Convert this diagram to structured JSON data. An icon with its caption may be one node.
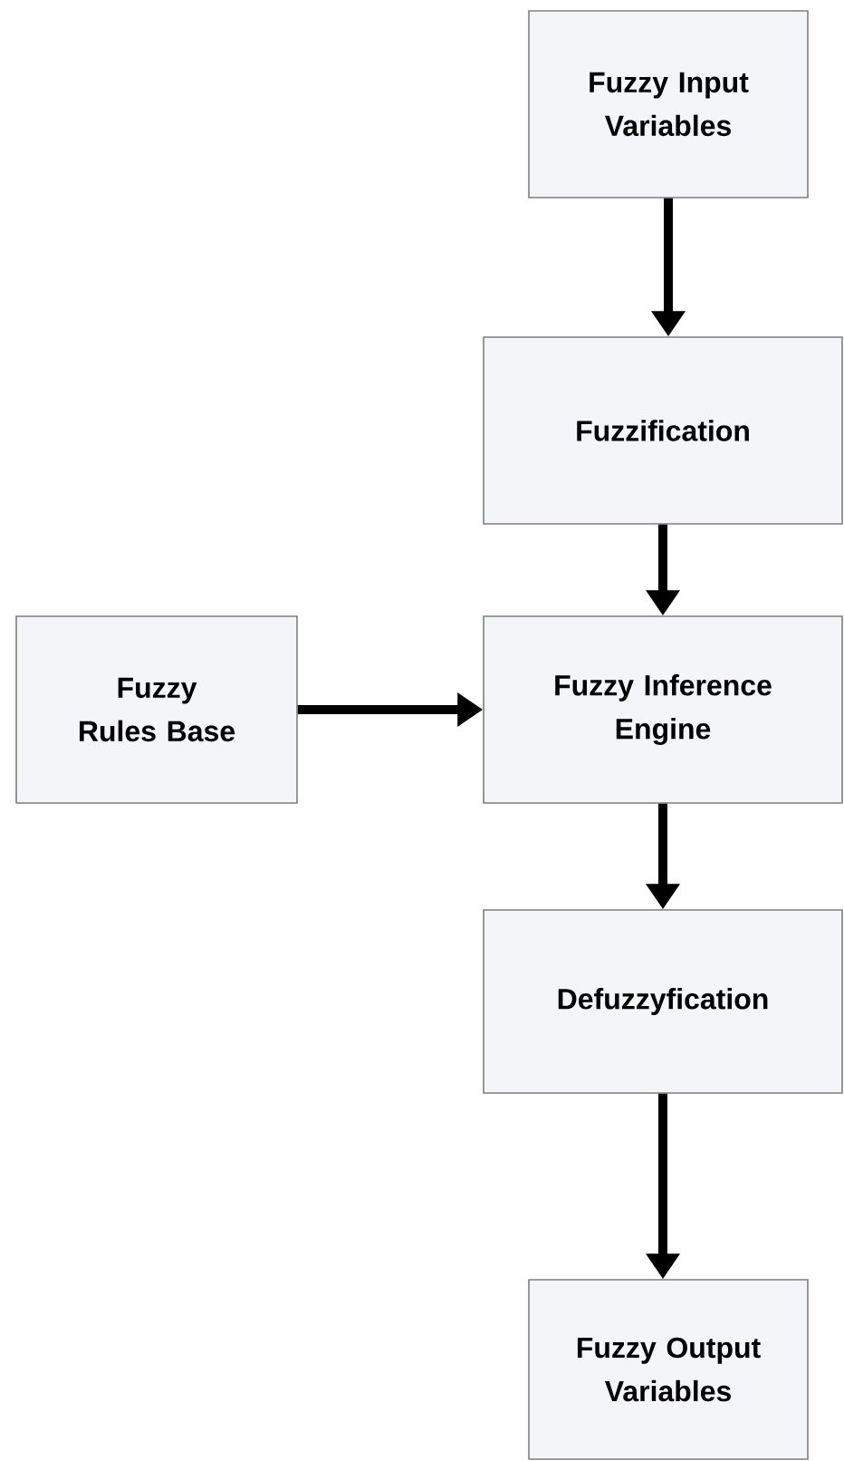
{
  "diagram": {
    "nodes": [
      {
        "text": [
          "Fuzzy Input Variables"
        ]
      },
      {
        "text": [
          "Fuzzification"
        ]
      },
      {
        "text": [
          "Fuzzy Rules Base"
        ]
      },
      {
        "text": [
          "Fuzzy Inference Engine"
        ]
      },
      {
        "text": [
          "Defuzzyfication"
        ]
      },
      {
        "text": [
          "Fuzzy Output Variables"
        ]
      }
    ],
    "edges": [
      {
        "from": 0,
        "to": 1,
        "arrow": "to"
      },
      {
        "from": 1,
        "to": 3,
        "arrow": "to"
      },
      {
        "from": 2,
        "to": 3,
        "arrow": "to"
      },
      {
        "from": 3,
        "to": 4,
        "arrow": "to"
      },
      {
        "from": 4,
        "to": 5,
        "arrow": "to"
      }
    ]
  }
}
